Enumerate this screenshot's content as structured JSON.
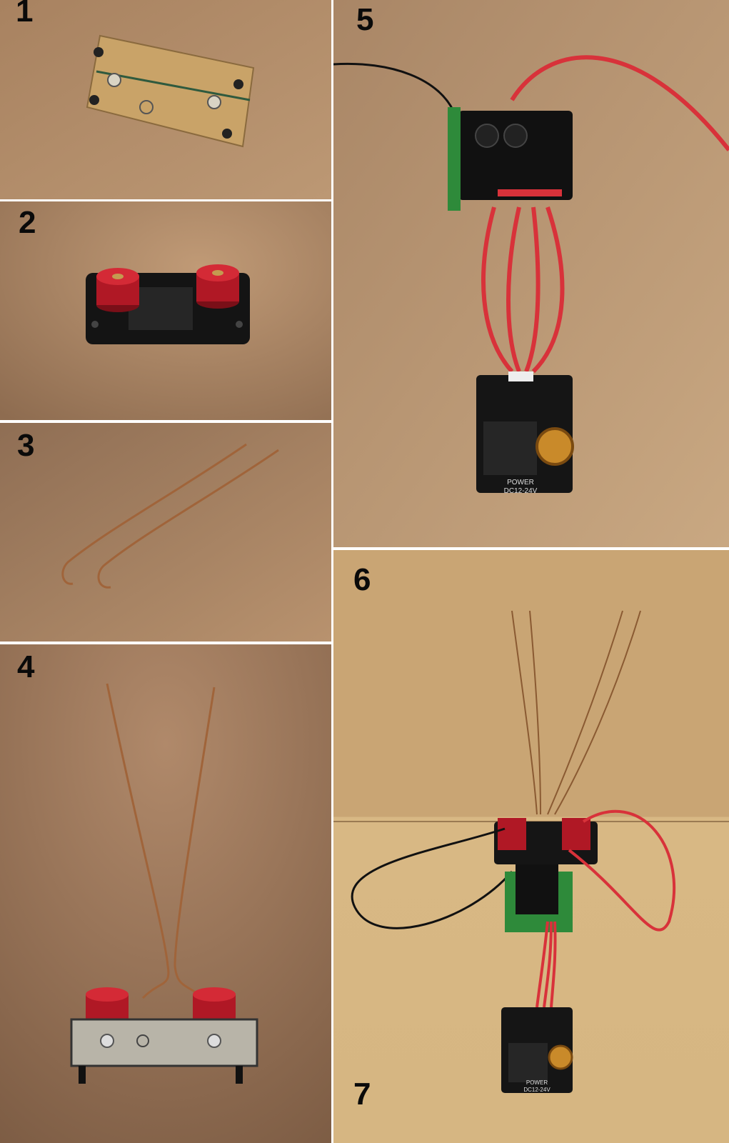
{
  "steps": [
    {
      "number": "1"
    },
    {
      "number": "2"
    },
    {
      "number": "3"
    },
    {
      "number": "4"
    },
    {
      "number": "5"
    },
    {
      "number": "6"
    },
    {
      "number": "7"
    }
  ],
  "board_label": {
    "power": "POWER",
    "voltage": "DC12-24V"
  },
  "colors": {
    "cardboard": "#b48c66",
    "wire_red": "#d8323a",
    "insulator_red": "#b01825",
    "copper": "#a0643a",
    "pcb_black": "#151515",
    "pcb_green": "#2e8a3a"
  }
}
